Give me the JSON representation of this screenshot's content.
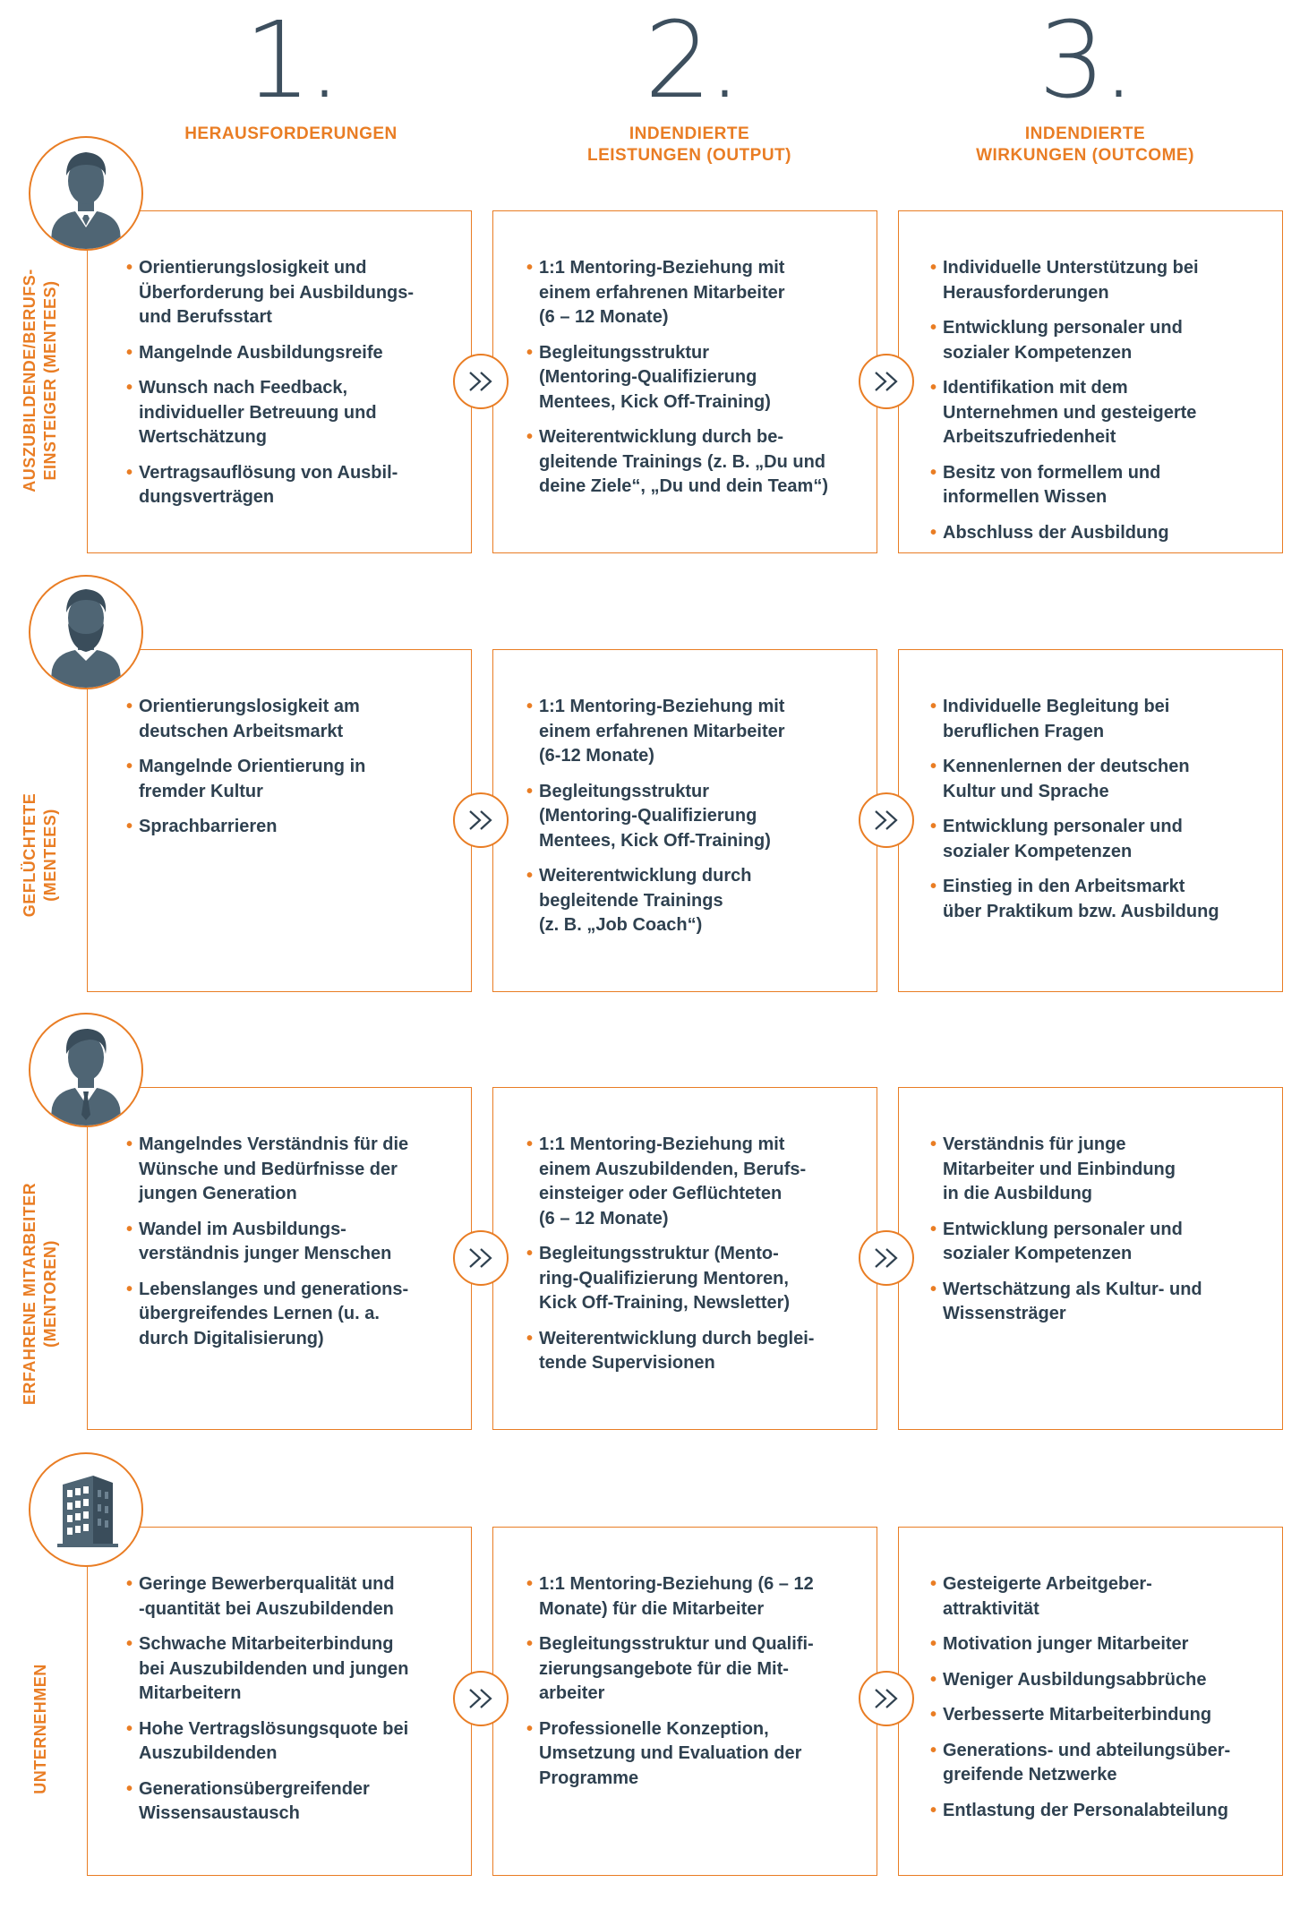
{
  "columns": [
    {
      "number": "1.",
      "title": "HERAUSFORDERUNGEN"
    },
    {
      "number": "2.",
      "title": "INDENDIERTE\nLEISTUNGEN (OUTPUT)"
    },
    {
      "number": "3.",
      "title": "INDENDIERTE\nWIRKUNGEN (OUTCOME)"
    }
  ],
  "groups": [
    {
      "label": "AUSZUBILDENDE/BERUFS-\nEINSTEIGER (MENTEES)",
      "icon": "young-man-avatar-icon",
      "challenges": [
        "Orientierungslosigkeit und\nÜberforderung bei Ausbildungs-\nund Berufsstart",
        "Mangelnde Ausbildungsreife",
        "Wunsch nach Feedback,\nindividueller Betreuung und\nWertschätzung",
        "Vertragsauflösung von Ausbil-\ndungsverträgen"
      ],
      "outputs": [
        "1:1 Mentoring-Beziehung mit\neinem erfahrenen Mitarbeiter\n(6 – 12 Monate)",
        "Begleitungsstruktur\n(Mentoring-Qualifizierung\nMentees, Kick Off-Training)",
        "Weiterentwicklung durch be-\ngleitende Trainings (z. B. „Du und\ndeine Ziele“, „Du und dein Team“)"
      ],
      "outcomes": [
        "Individuelle Unterstützung bei\nHerausforderungen",
        "Entwicklung personaler und\nsozialer Kompetenzen",
        "Identifikation mit dem\nUnternehmen und gesteigerte\nArbeitszufriedenheit",
        "Besitz von formellem und\ninformellen Wissen",
        "Abschluss der Ausbildung"
      ]
    },
    {
      "label": "GEFLÜCHTETE\n(MENTEES)",
      "icon": "bearded-man-avatar-icon",
      "challenges": [
        "Orientierungslosigkeit am\ndeutschen Arbeitsmarkt",
        "Mangelnde Orientierung in\nfremder Kultur",
        "Sprachbarrieren"
      ],
      "outputs": [
        "1:1 Mentoring-Beziehung mit\neinem erfahrenen Mitarbeiter\n(6-12 Monate)",
        "Begleitungsstruktur\n(Mentoring-Qualifizierung\nMentees, Kick Off-Training)",
        "Weiterentwicklung durch\nbegleitende Trainings\n(z. B. „Job Coach“)"
      ],
      "outcomes": [
        "Individuelle Begleitung bei\nberuflichen Fragen",
        "Kennenlernen der deutschen\nKultur und Sprache",
        "Entwicklung personaler und\nsozialer Kompetenzen",
        "Einstieg in den Arbeitsmarkt\nüber Praktikum bzw. Ausbildung"
      ]
    },
    {
      "label": "ERFAHRENE MITARBEITER\n(MENTOREN)",
      "icon": "businessman-avatar-icon",
      "challenges": [
        "Mangelndes Verständnis für die\nWünsche und Bedürfnisse der\njungen Generation",
        "Wandel im Ausbildungs-\nverständnis junger Menschen",
        "Lebenslanges und generations-\nübergreifendes Lernen (u. a.\ndurch Digitalisierung)"
      ],
      "outputs": [
        "1:1 Mentoring-Beziehung mit\neinem Auszubildenden, Berufs-\neinsteiger oder Geflüchteten\n(6 – 12 Monate)",
        "Begleitungsstruktur (Mento-\nring-Qualifizierung Mentoren,\nKick Off-Training, Newsletter)",
        "Weiterentwicklung durch beglei-\ntende Supervisionen"
      ],
      "outcomes": [
        "Verständnis für junge\nMitarbeiter und Einbindung\nin die Ausbildung",
        "Entwicklung personaler und\nsozialer Kompetenzen",
        "Wertschätzung als Kultur- und\nWissensträger"
      ]
    },
    {
      "label": "UNTERNEHMEN",
      "icon": "office-building-icon",
      "challenges": [
        "Geringe Bewerberqualität und\n-quantität bei Auszubildenden",
        "Schwache Mitarbeiterbindung\nbei Auszubildenden und jungen\nMitarbeitern",
        "Hohe Vertragslösungsquote bei\nAuszubildenden",
        "Generationsübergreifender\nWissensaustausch"
      ],
      "outputs": [
        "1:1 Mentoring-Beziehung (6 – 12\nMonate) für die Mitarbeiter",
        "Begleitungsstruktur und Qualifi-\nzierungsangebote für die Mit-\narbeiter",
        "Professionelle Konzeption,\nUmsetzung und Evaluation der\nProgramme"
      ],
      "outcomes": [
        "Gesteigerte Arbeitgeber-\nattraktivität",
        "Motivation junger Mitarbeiter",
        "Weniger Ausbildungsabbrüche",
        "Verbesserte Mitarbeiterbindung",
        "Generations- und abteilungsüber-\ngreifende Netzwerke",
        "Entlastung der Personalabteilung"
      ]
    }
  ],
  "colors": {
    "accent": "#e97d24",
    "text": "#2f4150",
    "icon": "#4f6574"
  }
}
